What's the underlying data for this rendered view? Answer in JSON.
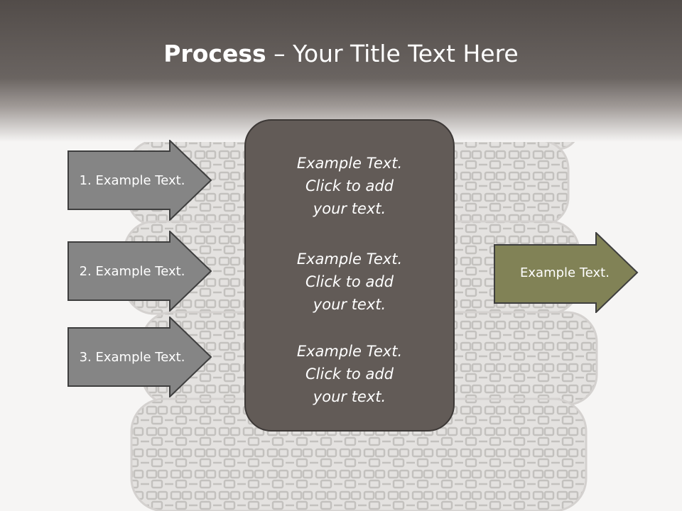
{
  "slide": {
    "title_bold": "Process",
    "title_rest": " – Your Title Text Here",
    "left_arrows": [
      {
        "label": "1. Example Text."
      },
      {
        "label": "2. Example Text."
      },
      {
        "label": "3. Example Text."
      }
    ],
    "center_blocks": [
      {
        "line1": "Example Text.",
        "line2": "Click  to add",
        "line3": "your text."
      },
      {
        "line1": "Example Text.",
        "line2": "Click  to add",
        "line3": "your text."
      },
      {
        "line1": "Example Text.",
        "line2": "Click  to add",
        "line3": "your text."
      }
    ],
    "right_arrow": {
      "label": "Example Text."
    }
  },
  "colors": {
    "header": "#5f5955",
    "left_arrow_fill": "#858585",
    "center_box_fill": "#625b57",
    "right_arrow_fill": "#818256"
  }
}
